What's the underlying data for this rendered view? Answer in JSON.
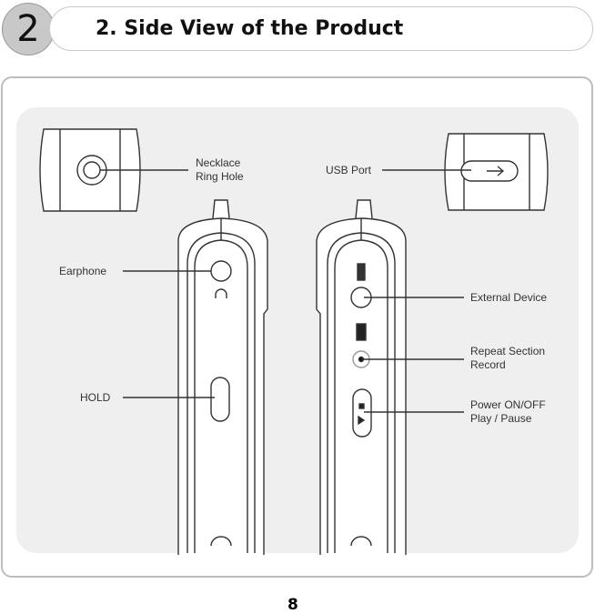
{
  "section": {
    "number": "2",
    "title": "2. Side View of the Product"
  },
  "labels": {
    "necklace_ring_hole": [
      "Necklace",
      "Ring Hole"
    ],
    "usb_port": "USB Port",
    "earphone": "Earphone",
    "hold": "HOLD",
    "external_device": "External Device",
    "repeat_section": [
      "Repeat Section",
      "Record"
    ],
    "power": [
      "Power ON/OFF",
      "Play / Pause"
    ]
  },
  "page_number": "8"
}
